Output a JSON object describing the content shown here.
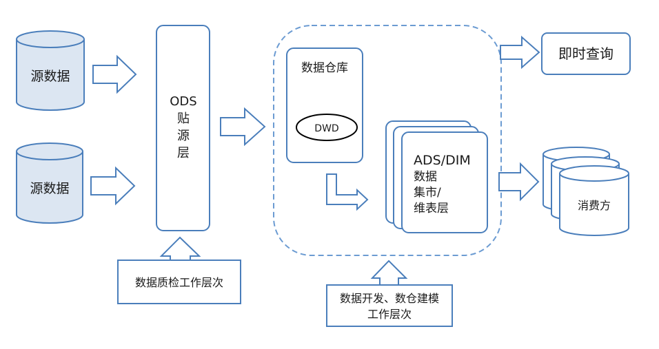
{
  "sources": [
    "源数据",
    "源数据"
  ],
  "ods": [
    "ODS",
    "贴",
    "源",
    "层"
  ],
  "warehouse": {
    "title": "数据仓库",
    "dwd": "DWD"
  },
  "ads": [
    "ADS/DIM",
    "数据",
    "集市/",
    "维表层"
  ],
  "query": "即时查询",
  "consumer": "消费方",
  "quality_layer": "数据质检工作层次",
  "dev_layer": [
    "数据开发、数仓建模",
    "工作层次"
  ],
  "colors": {
    "stroke": "#4a7ebb",
    "cyl_fill": "#dce6f2",
    "text": "#1a1a1a",
    "dev_stroke": "#6b9bd2"
  }
}
